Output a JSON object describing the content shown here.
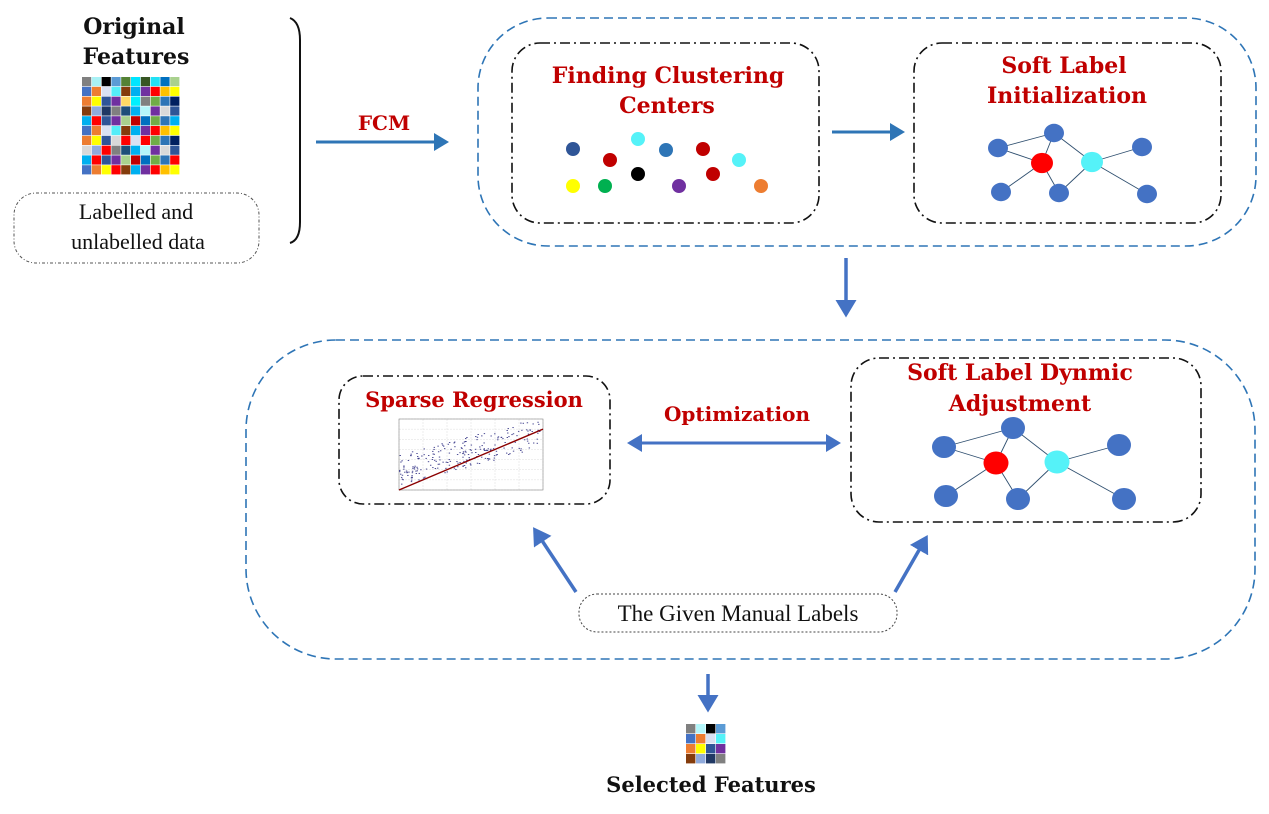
{
  "input": {
    "title_line1": "Original",
    "title_line2": "Features",
    "data_label_line1": "Labelled and",
    "data_label_line2": "unlabelled data",
    "feature_grid": [
      [
        "#808080",
        "#A9F1F5",
        "#000000",
        "#5B9BD5",
        "#548235",
        "#00E5FF",
        "#375623",
        "#22E1F5",
        "#0070C0",
        "#A9D18E"
      ],
      [
        "#4472C4",
        "#ED7D31",
        "#D9E1F2",
        "#55EDF8",
        "#843C0C",
        "#00B0F0",
        "#7030A0",
        "#FF0000",
        "#FFC000",
        "#FFFF00"
      ],
      [
        "#ED7D31",
        "#FFFF00",
        "#2F5597",
        "#7030A0",
        "#FFD966",
        "#00F0FF",
        "#808080",
        "#70AD47",
        "#2E75B6",
        "#002060"
      ],
      [
        "#843C0C",
        "#8FAADC",
        "#203864",
        "#808080",
        "#1F4E79",
        "#00B0F0",
        "#B4F6FA",
        "#7030A0",
        "#D9D9D9",
        "#2F5597"
      ],
      [
        "#00B0F0",
        "#FF0000",
        "#2F5597",
        "#7030A0",
        "#A9D18E",
        "#C00000",
        "#0070C0",
        "#70AD47",
        "#2E75B6",
        "#00B0F0"
      ],
      [
        "#4472C4",
        "#ED7D31",
        "#D9E1F2",
        "#55EDF8",
        "#843C0C",
        "#00B0F0",
        "#7030A0",
        "#FF0000",
        "#FFC000",
        "#FFFF00"
      ],
      [
        "#ED7D31",
        "#FFFF00",
        "#2F5597",
        "#D9D9D9",
        "#FF0000",
        "#D9E1F2",
        "#FF0000",
        "#70AD47",
        "#2E75B6",
        "#002060"
      ],
      [
        "#D9D9D9",
        "#8FAADC",
        "#FF0000",
        "#808080",
        "#1F4E79",
        "#00B0F0",
        "#B4F6FA",
        "#7030A0",
        "#D9D9D9",
        "#2F5597"
      ],
      [
        "#00B0F0",
        "#FF0000",
        "#2F5597",
        "#7030A0",
        "#A9D18E",
        "#C00000",
        "#0070C0",
        "#70AD47",
        "#2E75B6",
        "#FF0000"
      ],
      [
        "#4472C4",
        "#ED7D31",
        "#FFFF00",
        "#FF0000",
        "#843C0C",
        "#00B0F0",
        "#7030A0",
        "#FF0000",
        "#FFC000",
        "#FFFF00"
      ]
    ]
  },
  "fcm_label": "FCM",
  "top_stage": {
    "clustering": {
      "title_line1": "Finding Clustering",
      "title_line2": "Centers",
      "centers": [
        "#2F5597",
        "#C00000",
        "#55F2F8",
        "#2E75B6",
        "#C00000",
        "#55F2F8",
        "#FFFF00",
        "#00B050",
        "#000000",
        "#7030A0",
        "#C00000",
        "#ED7D31"
      ]
    },
    "init": {
      "title_line1": "Soft Label",
      "title_line2": "Initialization"
    }
  },
  "bottom_stage": {
    "regression": {
      "title": "Sparse Regression",
      "mini_chart": {
        "type": "scatter",
        "xlim": [
          0,
          300
        ],
        "ylim": [
          0,
          14
        ],
        "fit_line": [
          [
            0,
            0
          ],
          [
            300,
            12
          ]
        ]
      }
    },
    "optimization_label": "Optimization",
    "adjustment": {
      "title_line1": "Soft Label Dynmic",
      "title_line2": "Adjustment"
    },
    "manual_labels": "The Given  Manual Labels"
  },
  "graph": {
    "node_color": "#4472C4",
    "red_node_color": "#FF0000",
    "cyan_node_color": "#55F2F8"
  },
  "output": {
    "title": "Selected Features",
    "feature_grid": [
      [
        "#808080",
        "#B4F6FA",
        "#000000",
        "#5B9BD5"
      ],
      [
        "#4472C4",
        "#ED7D31",
        "#D9E1F2",
        "#55F2F8"
      ],
      [
        "#ED7D31",
        "#FFFF00",
        "#2F5597",
        "#7030A0"
      ],
      [
        "#843C0C",
        "#8FAADC",
        "#203864",
        "#808080"
      ]
    ]
  },
  "colors": {
    "stage_border": "#2E75B6",
    "arrow": "#4472C4",
    "arrow_dark": "#2E75B6",
    "title_red": "#C00000"
  }
}
